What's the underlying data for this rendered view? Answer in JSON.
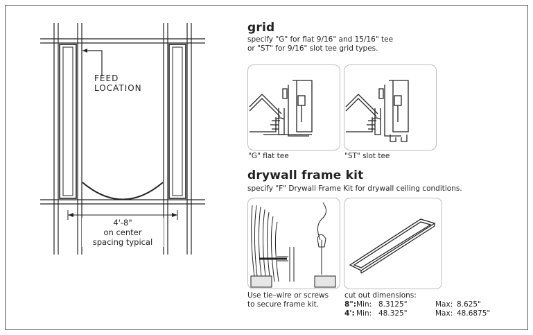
{
  "plan": {
    "feed_label_line1": "FEED",
    "feed_label_line2": "LOCATION",
    "dim_value": "4'-8\"",
    "dim_line2": "on center",
    "dim_line3": "spacing typical"
  },
  "grid": {
    "heading": "grid",
    "desc_line1": "specify \"G\" for flat 9/16\" and 15/16\" tee",
    "desc_line2": "or \"ST\" for 9/16\" slot tee grid types.",
    "caption_flat": "\"G\" flat tee",
    "caption_slot": "\"ST\" slot tee"
  },
  "drywall": {
    "heading": "drywall frame kit",
    "desc": "specify \"F\" Drywall Frame Kit for drywall ceiling conditions.",
    "note_line1": "Use tie–wire or screws",
    "note_line2": "to secure frame kit.",
    "cut_title": "cut out dimensions:",
    "rows": [
      {
        "size": "8\":",
        "min_label": "Min:",
        "min": "8.3125\"",
        "max_label": "Max:",
        "max": "8.625\""
      },
      {
        "size": "4':",
        "min_label": "Min:",
        "min": "48.325\"",
        "max_label": "Max:",
        "max": "48.6875\""
      }
    ]
  }
}
